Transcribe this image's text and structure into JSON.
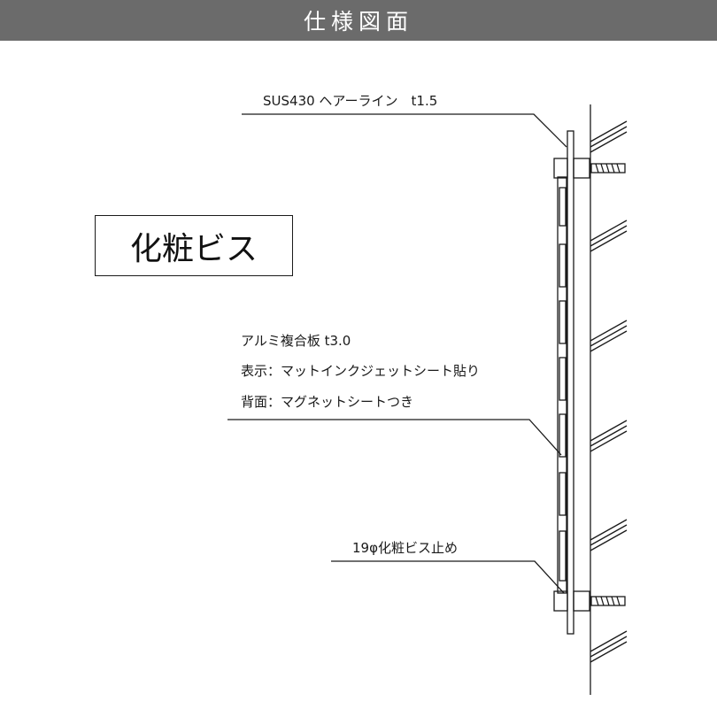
{
  "header": {
    "title": "仕様図面"
  },
  "product_box": {
    "label": "化粧ビス"
  },
  "callouts": {
    "plate": "SUS430 ヘアーライン　t1.5",
    "panel_line1": "アルミ複合板 t3.0",
    "panel_line2": "表示：マットインクジェットシート貼り",
    "panel_line3": "背面：マグネットシートつき",
    "screw": "19φ化粧ビス止め"
  },
  "colors": {
    "header_bg": "#6b6b6b",
    "header_text": "#ffffff",
    "line": "#1a1a1a"
  }
}
